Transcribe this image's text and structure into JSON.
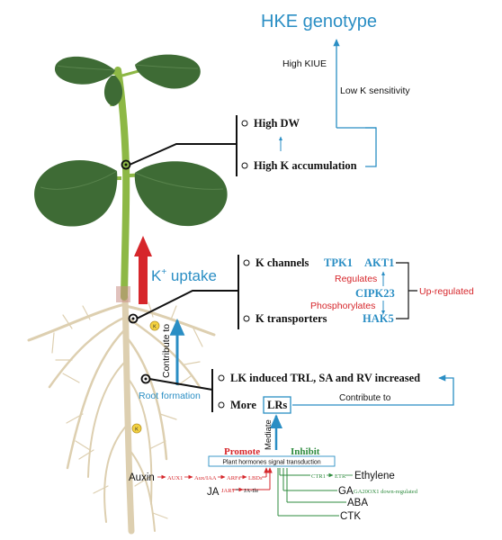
{
  "title": "HKE genotype",
  "high_kiue": "High KIUE",
  "low_k_sensitivity": "Low K sensitivity",
  "high_dw": "High DW",
  "high_k_accumulation": "High K accumulation",
  "k_uptake_k": "K",
  "k_uptake_sup": "+",
  "k_uptake_rest": " uptake",
  "k_channels": "K channels",
  "k_transporters": "K transporters",
  "tpk1": "TPK1",
  "akt1": "AKT1",
  "regulates": "Regulates",
  "cipk23": "CIPK23",
  "phosphorylates": "Phosphorylates",
  "hak5": "HAK5",
  "up_regulated": "Up-regulated",
  "contribute_to_vertical": "Contribute to",
  "root_formation": "Root formation",
  "lk_induced": "LK induced TRL, SA and RV increased",
  "more": "More",
  "lrs": "LRs",
  "contribute_to_h": "Contribute to",
  "mediate": "Mediate",
  "promote": "Promote",
  "inhibit": "Inhibit",
  "signal_box": "Plant hormones signal transduction",
  "auxin": "Auxin",
  "aux1": "AUX1",
  "aux_iaa": "Aux/IAA",
  "arfs": "ARFs",
  "lbds": "LBDs",
  "ja": "JA",
  "jar1": "JAR1",
  "ja_ile": "JA-Ile",
  "ctr1": "CTR1",
  "etr": "ETR",
  "ethylene": "Ethylene",
  "ga": "GA",
  "ga20ox1": "GA20OX1 down-regulated",
  "aba": "ABA",
  "ctk": "CTK",
  "k_badge": "K",
  "colors": {
    "blue": "#2a8ec4",
    "red": "#d6262b",
    "green": "#2e8b3e",
    "stem": "#8db845",
    "leaf": "#3e6b35",
    "root": "#ddcfb0"
  }
}
